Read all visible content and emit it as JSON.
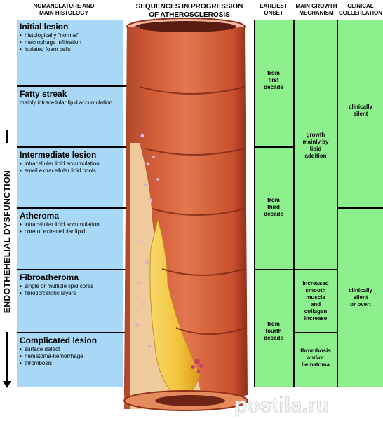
{
  "headers": {
    "nomenclature": "NOMANCLATURE AND\nMAIN HISTOLOGY",
    "sequence": "SEQUENCES IN PROGRESSION\nOF ATHEROSCLEROSIS",
    "onset": "EARLIEST\nONSET",
    "mechanism": "MAIN GROWTH\nMECHANISM",
    "clinical": "CLINICAL\nCOLLERLATION"
  },
  "vertical_label": "ENDOTHEHELIAL   DYSFUNCTION",
  "stages": [
    {
      "title": "Initial lesion",
      "items": [
        "histologically \"normal\"",
        "macrophage infiltration",
        "isolated foam cells"
      ]
    },
    {
      "title": "Fatty streak",
      "description": "mainly intracellular lipid accumulation"
    },
    {
      "title": "Intermediate lesion",
      "items": [
        "intracellular lipid accumulation",
        "small extracellular lipid pools"
      ]
    },
    {
      "title": "Atheroma",
      "items": [
        "intracellular lipid accumulation",
        "core of extracellular lipid"
      ]
    },
    {
      "title": "Fibroatheroma",
      "items": [
        "single or multiple lipid cores",
        "fibrotic/calcific layers"
      ]
    },
    {
      "title": "Complicated lesion",
      "items": [
        "surface defect",
        "hematoma-hemorrhage",
        "thrombosis"
      ]
    }
  ],
  "onset": [
    "from\nfirst\ndecade",
    "from\nthird\ndecade",
    "from\nfourth\ndecade"
  ],
  "mechanism": [
    "growth\nmainly by\nlipid\naddition",
    "increased\nsmooth\nmuscle\nand\ncollagen\nincrease",
    "thrombosis\nand/or\nhematoma"
  ],
  "clinical": [
    "clinically\nsilent",
    "clinically\nsilent\nor overt"
  ],
  "watermark": "postila.ru",
  "colors": {
    "stage_bg": "#a8d8f6",
    "green": "#8df08d",
    "vessel": "#c9502e",
    "lipid": "#f2c23a"
  }
}
